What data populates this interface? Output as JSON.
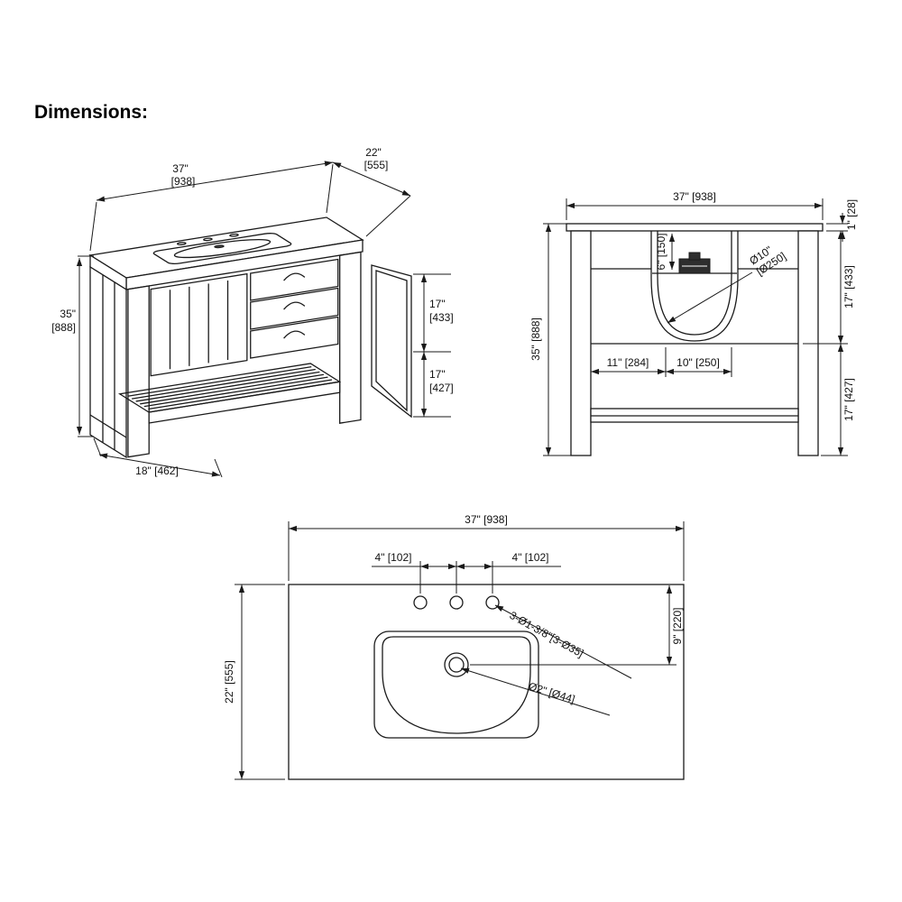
{
  "title": "Dimensions:",
  "colors": {
    "line": "#1a1a1a",
    "background": "#ffffff"
  },
  "iso": {
    "width": "37\"",
    "width_mm": "[938]",
    "depth": "22\"",
    "depth_mm": "[555]",
    "height": "35\"",
    "height_mm": "[888]",
    "upper": "17\"",
    "upper_mm": "[433]",
    "lower": "17\"",
    "lower_mm": "[427]",
    "shelf_depth": "18\" [462]"
  },
  "front": {
    "width": "37\" [938]",
    "counter_thickness": "1\" [28]",
    "bowl_depth": "6\" [150]",
    "drain_dia": "Ø10\"",
    "drain_dia_mm": "[Ø250]",
    "upper_height": "17\" [433]",
    "total_height": "35\" [888]",
    "left_offset": "11\" [284]",
    "drain_offset": "10\" [250]",
    "lower_height": "17\" [427]"
  },
  "top": {
    "width": "37\" [938]",
    "hole_spacing_left": "4\" [102]",
    "hole_spacing_right": "4\" [102]",
    "holes_note": "3-Ø1-3/8\"[3-Ø35]",
    "drain_setback": "9\" [220]",
    "drain_dia": "Ø2\" [Ø44]",
    "depth": "22\" [555]"
  }
}
